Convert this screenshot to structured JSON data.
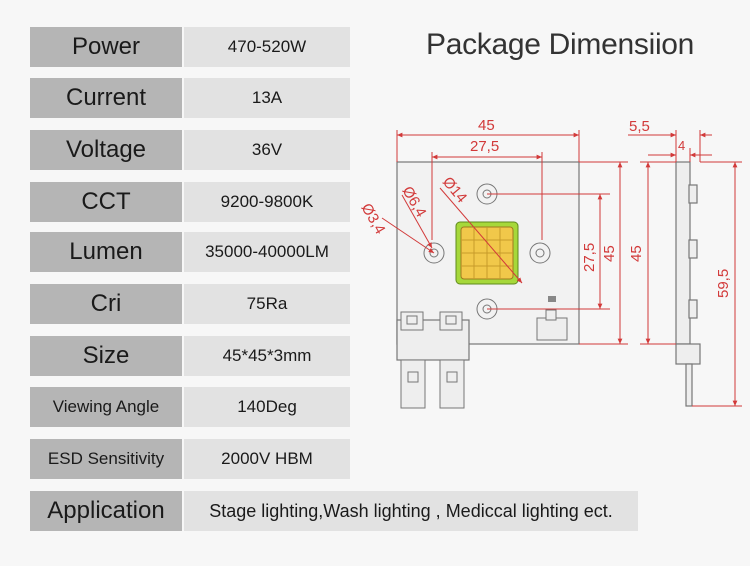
{
  "specs": [
    {
      "label": "Power",
      "value": "470-520W"
    },
    {
      "label": "Current",
      "value": "13A"
    },
    {
      "label": "Voltage",
      "value": "36V"
    },
    {
      "label": "CCT",
      "value": "9200-9800K"
    },
    {
      "label": "Lumen",
      "value": "35000-40000LM"
    },
    {
      "label": "Cri",
      "value": "75Ra"
    },
    {
      "label": "Size",
      "value": "45*45*3mm"
    },
    {
      "label": "Viewing Angle",
      "value": "140Deg"
    },
    {
      "label": "ESD Sensitivity",
      "value": "2000V HBM"
    }
  ],
  "application": {
    "label": "Application",
    "value": "Stage lighting,Wash lighting , Mediccal lighting ect."
  },
  "diagram": {
    "title": "Package Dimensiion",
    "dims": {
      "width_45": "45",
      "inner_27_5": "27,5",
      "d_3_4": "Ø3,4",
      "d_6_4": "Ø6,4",
      "d_14": "Ø14",
      "v_27_5": "27,5",
      "v_45": "45",
      "side_5_5": "5,5",
      "side_4": "4",
      "side_45": "45",
      "side_59_5": "59,5"
    },
    "colors": {
      "line": "#d23a3a",
      "board": "#f2f2f2",
      "chip": "#f1c84a",
      "chip_border": "#a6d83a"
    }
  }
}
